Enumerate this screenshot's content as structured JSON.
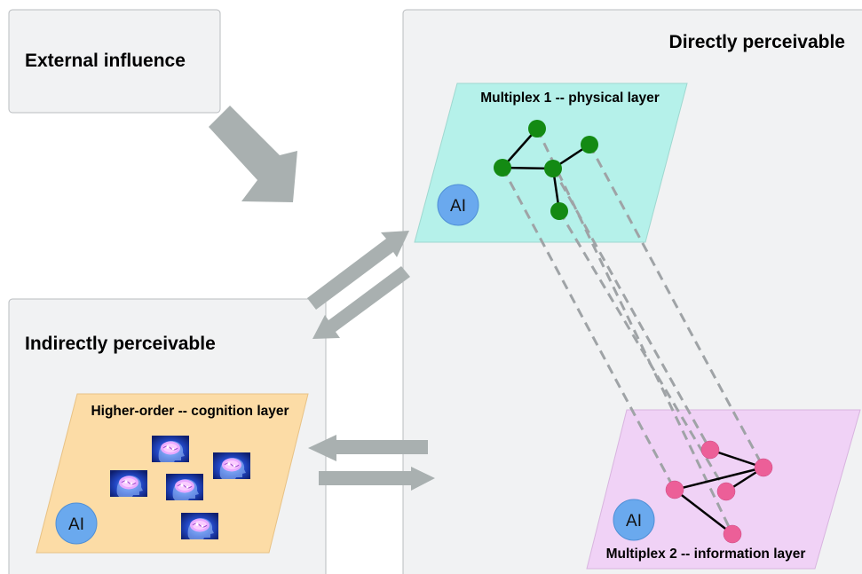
{
  "boxes": {
    "external": {
      "label": "External influence"
    },
    "direct": {
      "label": "Directly perceivable"
    },
    "indirect": {
      "label": "Indirectly perceivable"
    }
  },
  "layers": {
    "physical": {
      "title": "Multiplex 1 -- physical layer",
      "ai_label": "AI",
      "color": "#b5f1ea"
    },
    "information": {
      "title": "Multiplex 2 -- information layer",
      "ai_label": "AI",
      "color": "#f0d2f6"
    },
    "cognition": {
      "title": "Higher-order -- cognition layer",
      "ai_label": "AI",
      "color": "#fcdca6"
    }
  },
  "colors": {
    "box_fill": "#f1f2f3",
    "box_stroke": "#b9bcbf",
    "arrow": "#a9b0b0",
    "green_node": "#138a13",
    "pink_node": "#ec5f98",
    "ai_circle": "#6aa9ee",
    "interlayer_link": "#9fa3a6",
    "brain_background": "#1b3fb5"
  },
  "icons": {
    "brain": "brain-icon"
  }
}
